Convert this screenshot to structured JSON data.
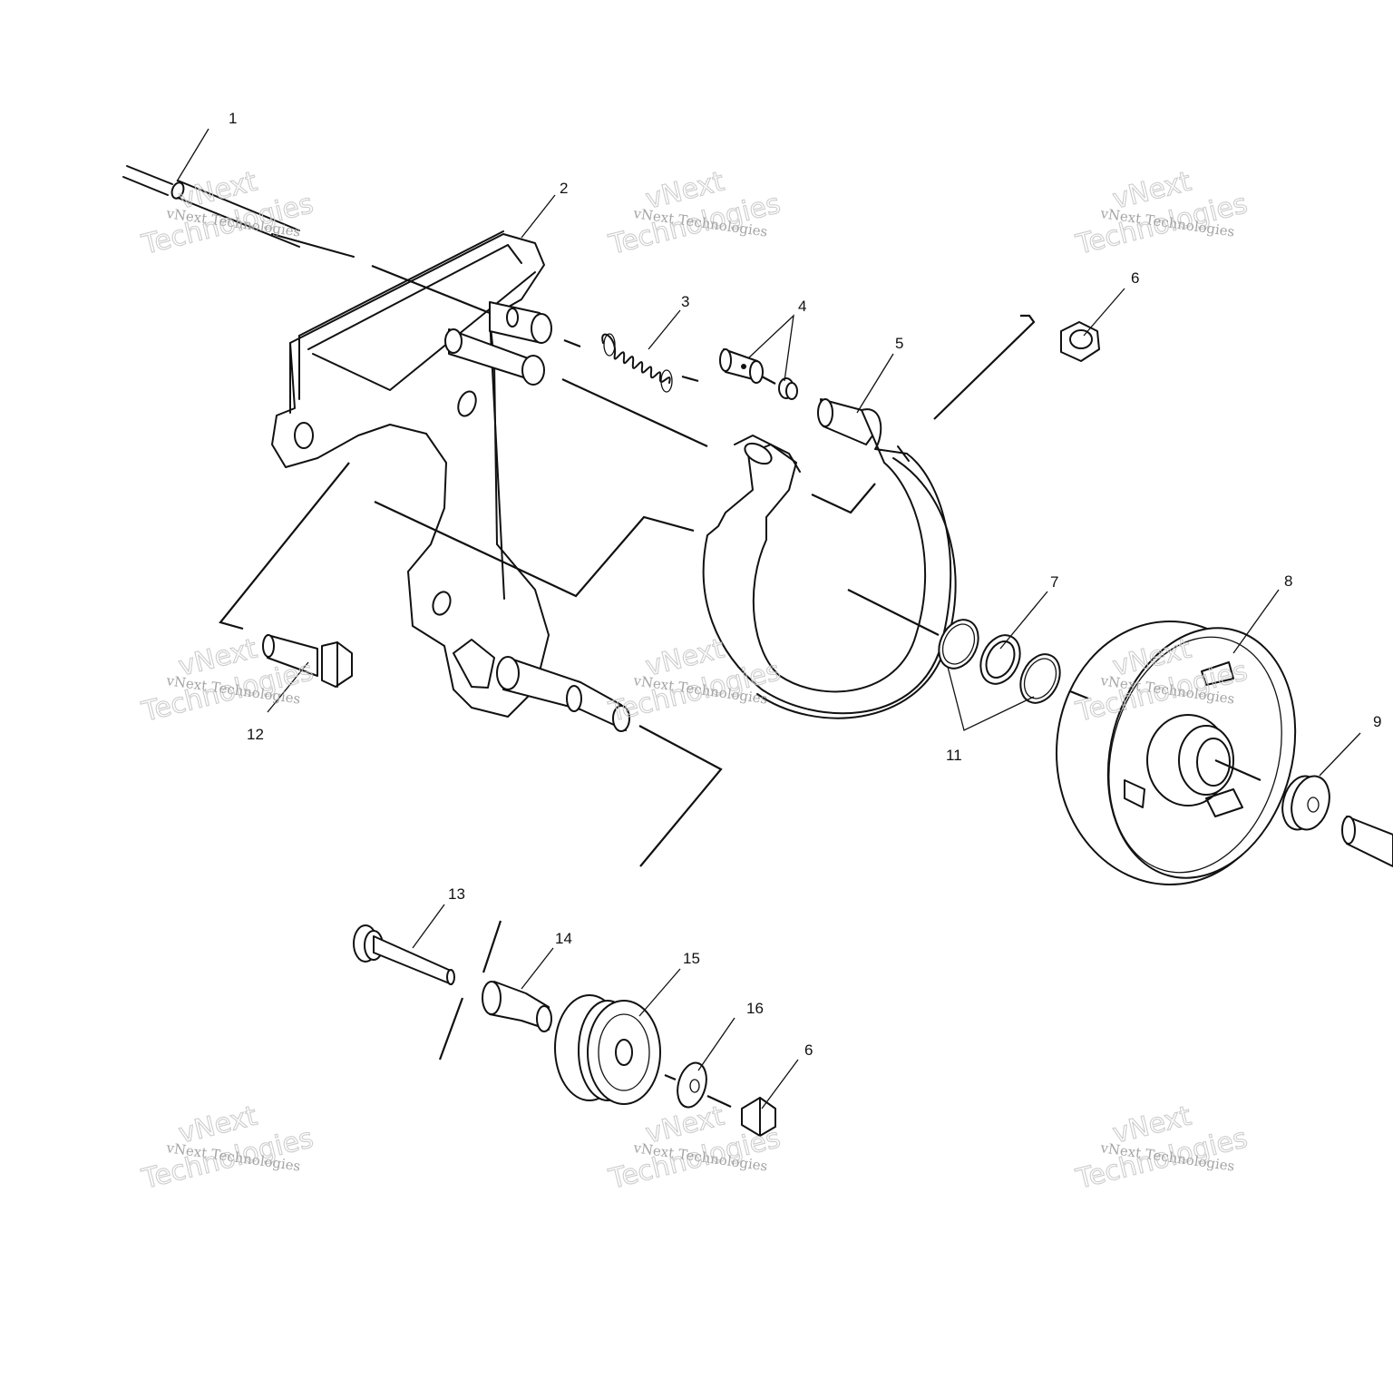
{
  "diagram": {
    "callouts": [
      {
        "id": "1",
        "label": "1"
      },
      {
        "id": "2",
        "label": "2"
      },
      {
        "id": "3",
        "label": "3"
      },
      {
        "id": "4",
        "label": "4"
      },
      {
        "id": "5",
        "label": "5"
      },
      {
        "id": "6a",
        "label": "6"
      },
      {
        "id": "7",
        "label": "7"
      },
      {
        "id": "8",
        "label": "8"
      },
      {
        "id": "9",
        "label": "9"
      },
      {
        "id": "11",
        "label": "11"
      },
      {
        "id": "12",
        "label": "12"
      },
      {
        "id": "13",
        "label": "13"
      },
      {
        "id": "14",
        "label": "14"
      },
      {
        "id": "15",
        "label": "15"
      },
      {
        "id": "16",
        "label": "16"
      },
      {
        "id": "6b",
        "label": "6"
      }
    ],
    "watermark": {
      "small": "vNext Technologies",
      "big_line1": "vNext",
      "big_line2": "Technologies"
    }
  }
}
